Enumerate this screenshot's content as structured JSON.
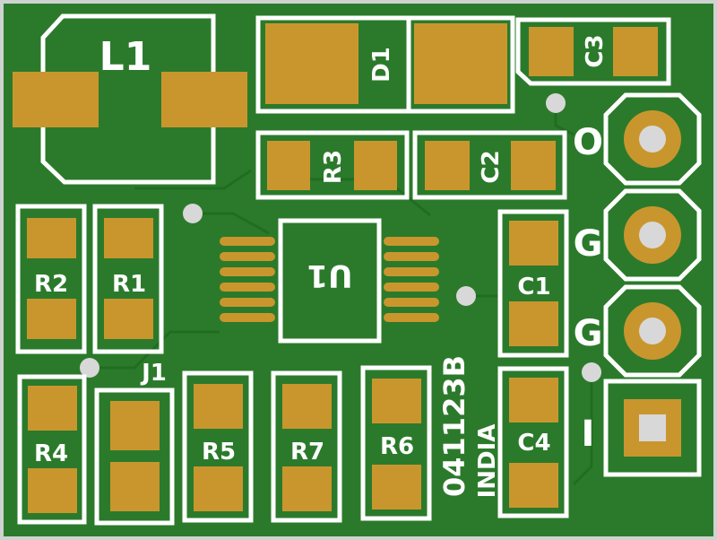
{
  "board": {
    "colors": {
      "substrate": "#2b7a2b",
      "silkscreen": "#ffffff",
      "copper": "#c9962e",
      "via": "#d8d8d8"
    },
    "components": {
      "L1": "L1",
      "D1": "D1",
      "C3": "C3",
      "R3": "R3",
      "C2": "C2",
      "U1": "U1",
      "R2": "R2",
      "R1": "R1",
      "C1": "C1",
      "J1": "J1",
      "R4": "R4",
      "R5": "R5",
      "R7": "R7",
      "R6": "R6",
      "C4": "C4"
    },
    "pin_labels": {
      "o": "O",
      "g1": "G",
      "g2": "G",
      "i": "I"
    },
    "marking": {
      "code": "041123B",
      "country": "INDIA"
    }
  }
}
